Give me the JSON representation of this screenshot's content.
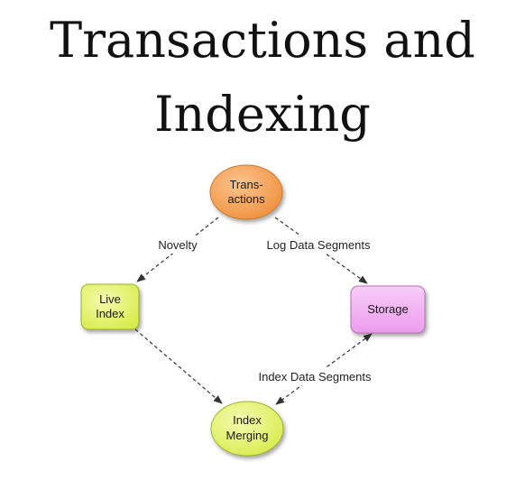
{
  "title": {
    "line1": "Transactions and",
    "line2": "Indexing"
  },
  "nodes": {
    "transactions": {
      "line1": "Trans-",
      "line2": "actions",
      "fill": "#f7a35c",
      "stroke": "#c77a2e"
    },
    "live_index": {
      "line1": "Live",
      "line2": "Index",
      "fill": "#e8f57a",
      "stroke": "#9bb02a"
    },
    "storage": {
      "line1": "Storage",
      "fill": "#f3b5f3",
      "stroke": "#b96fb9"
    },
    "index_merging": {
      "line1": "Index",
      "line2": "Merging",
      "fill": "#e3f36f",
      "stroke": "#9bb02a"
    }
  },
  "edges": {
    "novelty": "Novelty",
    "log_data_segments": "Log Data Segments",
    "index_data_segments": "Index Data Segments"
  },
  "colors": {
    "edge": "#333333",
    "text": "#111111"
  }
}
